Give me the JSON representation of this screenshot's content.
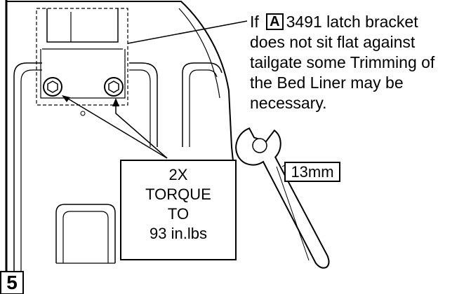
{
  "note": {
    "prefix": "If",
    "badge": "A",
    "line1_rest": "3491 latch bracket",
    "line2": "does not sit flat against",
    "line3": "tailgate  some Trimming of",
    "line4": "the Bed Liner may be",
    "line5": "necessary."
  },
  "callout": {
    "qty": "2X",
    "torque": "TORQUE",
    "to": "TO",
    "value": "93 in.lbs"
  },
  "tool_label": "13mm",
  "step_number": "5"
}
